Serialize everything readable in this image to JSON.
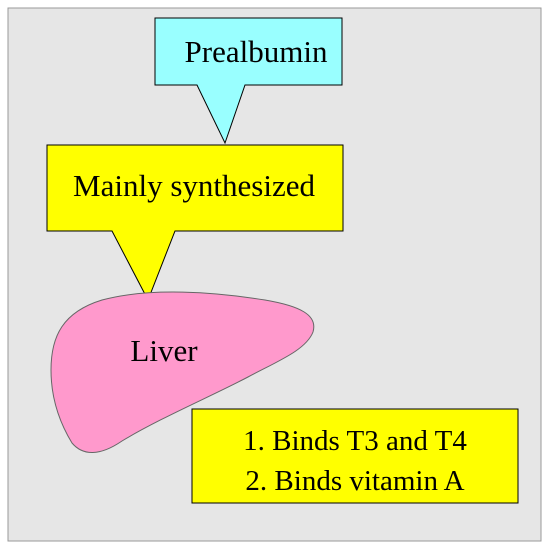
{
  "diagram": {
    "title_box": {
      "text": "Prealbumin",
      "fill": "#99ffff"
    },
    "synthesis_box": {
      "text": "Mainly synthesized",
      "fill": "#ffff00"
    },
    "organ": {
      "text": "Liver",
      "fill": "#ff99cc"
    },
    "functions_box": {
      "items": [
        "1. Binds T3 and T4",
        "2. Binds vitamin A"
      ],
      "fill": "#ffff00"
    },
    "background": "#e6e6e6",
    "border": "#999999"
  }
}
